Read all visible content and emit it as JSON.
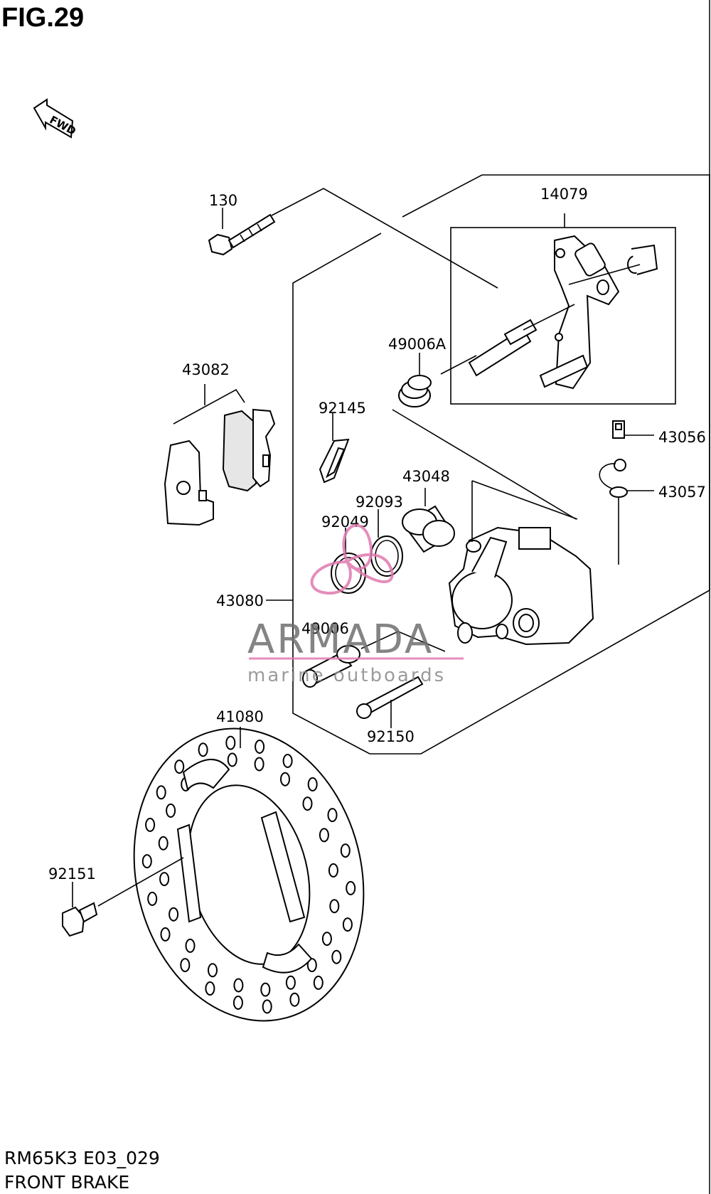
{
  "figure_title": "FIG.29",
  "fwd_label": "FWD",
  "footer": {
    "code": "RM65K3 E03_029",
    "name": "FRONT BRAKE"
  },
  "parts": {
    "p130": "130",
    "p14079": "14079",
    "p43082": "43082",
    "p49006A": "49006A",
    "p92145": "92145",
    "p43056": "43056",
    "p43057": "43057",
    "p43048": "43048",
    "p92093": "92093",
    "p92049": "92049",
    "p43080": "43080",
    "p49006": "49006",
    "p92150": "92150",
    "p41080": "41080",
    "p92151": "92151"
  },
  "watermark": {
    "brand": "ARMADA",
    "tagline": "marine outboards",
    "color": "#e07ab0"
  }
}
